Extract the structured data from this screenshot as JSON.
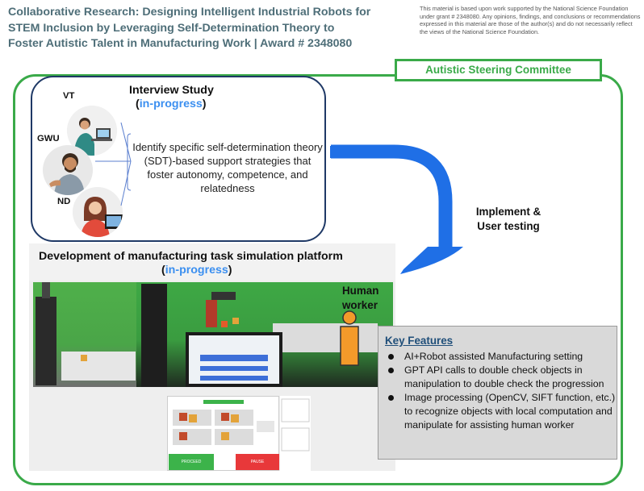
{
  "header": {
    "title_line1": "Collaborative Research: Designing Intelligent Industrial Robots for",
    "title_line2": "STEM Inclusion by Leveraging Self-Determination Theory to",
    "title_line3": "Foster Autistic Talent in Manufacturing Work | Award # 2348080",
    "disclaimer": "This material is based upon work supported by the National Science Foundation under grant # 2348080.  Any opinions, findings, and conclusions or recommendations expressed in this material are those of the author(s) and do not necessarily reflect the views of the National Science Foundation."
  },
  "committee": {
    "label": "Autistic Steering Committee"
  },
  "interview": {
    "title": "Interview Study",
    "status_open": "(",
    "status_word": "in-progress",
    "status_close": ")",
    "sites": {
      "vt": "VT",
      "gwu": "GWU",
      "nd": "ND"
    },
    "description": "Identify specific self-determination theory (SDT)-based support strategies that foster autonomy, competence, and relatedness"
  },
  "flow": {
    "label_line1": "Implement &",
    "label_line2": "User testing"
  },
  "development": {
    "title": "Development of manufacturing task simulation platform",
    "status_open": "(",
    "status_word": "in-progress",
    "status_close": ")",
    "proceed_label": "PROCEED",
    "pause_label": "PAUSE"
  },
  "human": {
    "line1": "Human",
    "line2": "worker"
  },
  "features": {
    "title": "Key Features",
    "items": [
      "AI+Robot assisted Manufacturing setting",
      "GPT API calls to double check objects in manipulation to double check the progression",
      "Image processing (OpenCV, SIFT function, etc.) to recognize objects with local computation and manipulate for assisting human worker"
    ]
  },
  "colors": {
    "green": "#3aaa49",
    "navy": "#1f3966",
    "blue_arrow": "#1f6fe6",
    "in_progress": "#3b8ff0",
    "human_orange": "#f39a2a",
    "features_bg": "#d9d9d9",
    "features_title": "#1f4e79"
  }
}
